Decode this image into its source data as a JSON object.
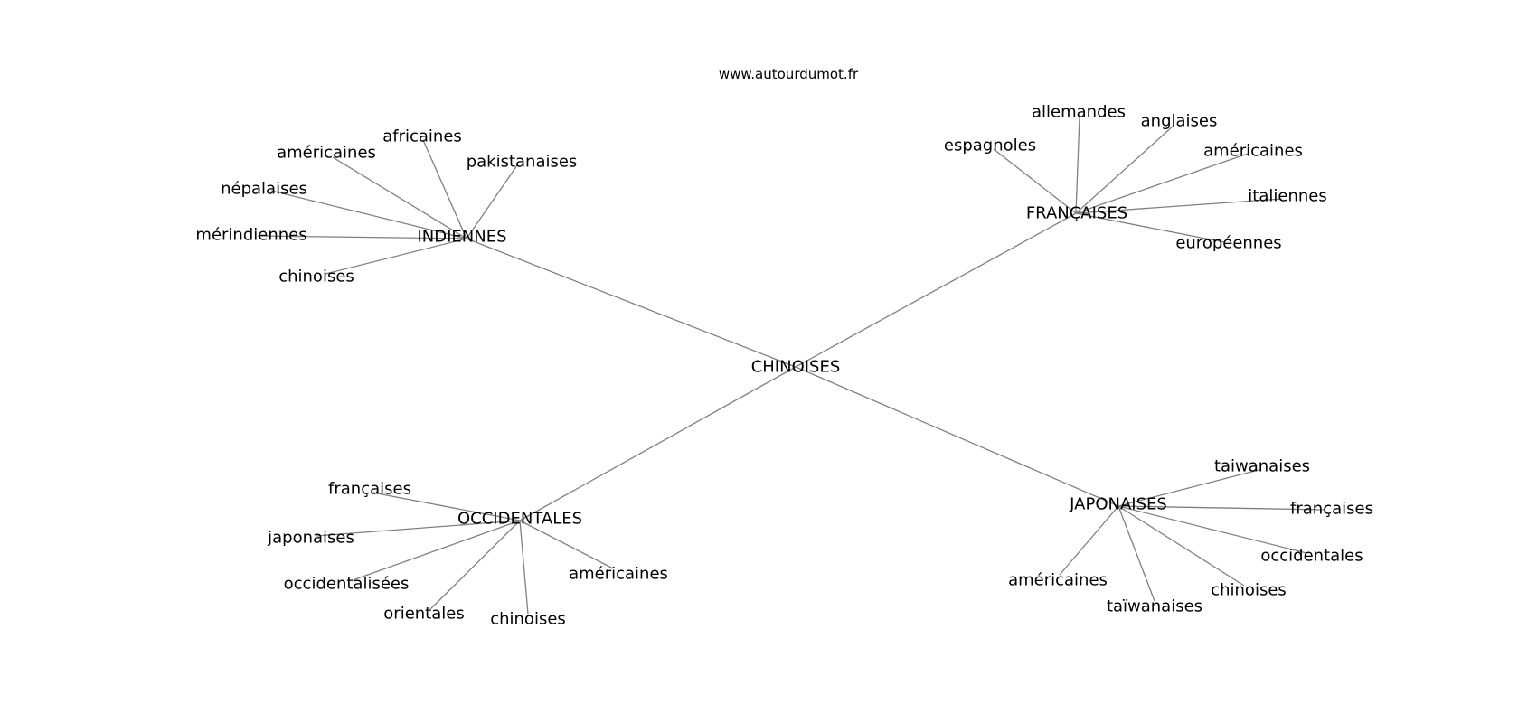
{
  "site": "www.autourdumot.fr",
  "center": "CHINOISES",
  "hubs": [
    {
      "id": "indiennes",
      "label": "INDIENNES",
      "leaves": [
        "africaines",
        "américaines",
        "pakistanaises",
        "népalaises",
        "mérindiennes",
        "chinoises"
      ]
    },
    {
      "id": "francaises",
      "label": "FRANÇAISES",
      "leaves": [
        "allemandes",
        "anglaises",
        "espagnoles",
        "américaines",
        "italiennes",
        "européennes"
      ]
    },
    {
      "id": "occidentales",
      "label": "OCCIDENTALES",
      "leaves": [
        "françaises",
        "japonaises",
        "occidentalisées",
        "orientales",
        "chinoises",
        "américaines"
      ]
    },
    {
      "id": "japonaises",
      "label": "JAPONAISES",
      "leaves": [
        "taiwanaises",
        "françaises",
        "occidentales",
        "chinoises",
        "taïwanaises",
        "américaines"
      ]
    }
  ]
}
